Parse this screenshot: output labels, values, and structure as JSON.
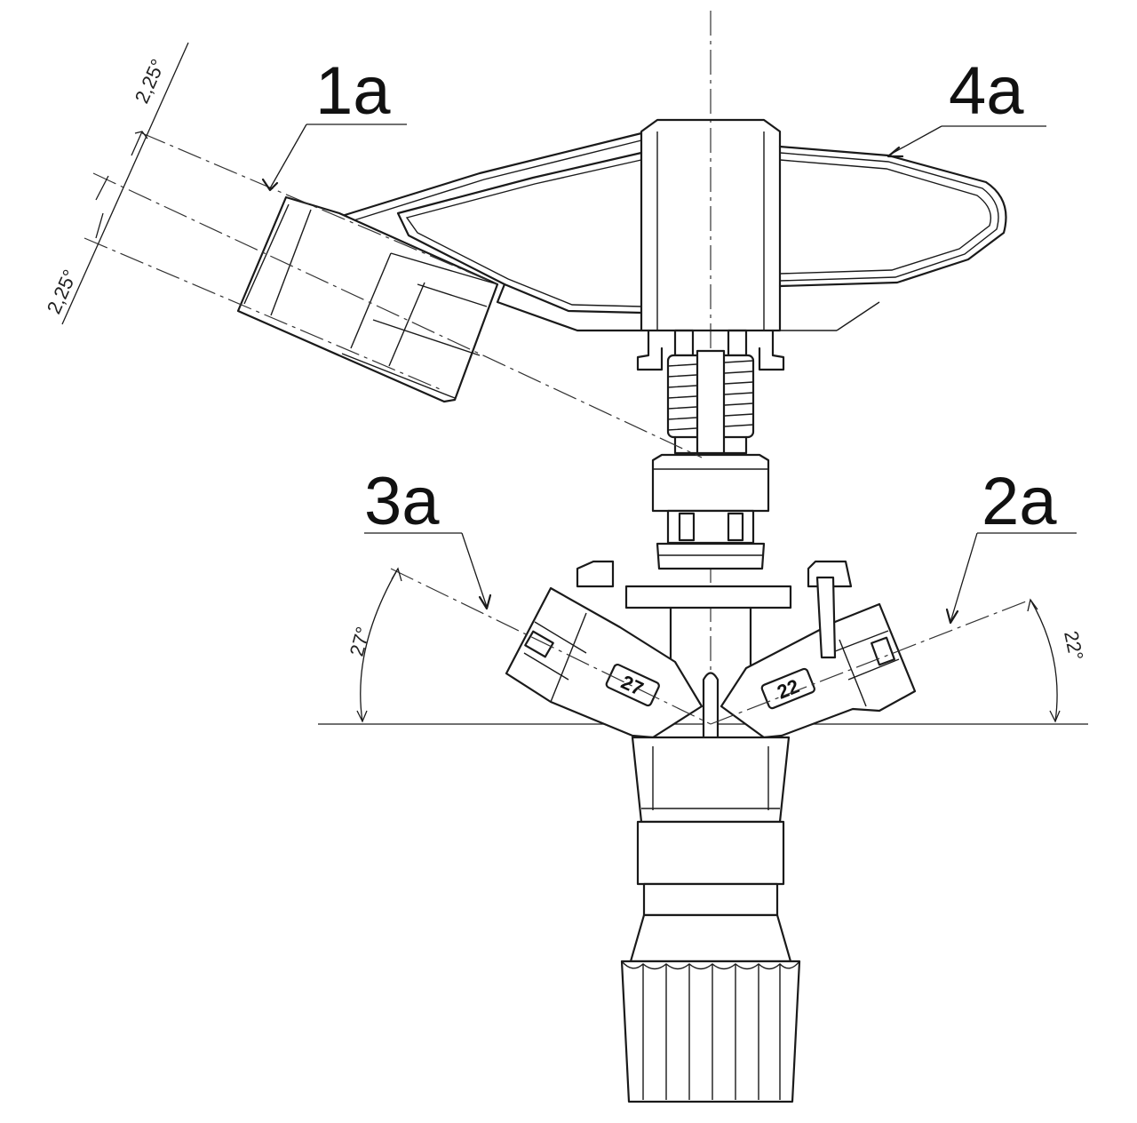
{
  "callouts": {
    "part_1a": "1a",
    "part_2a": "2a",
    "part_3a": "3a",
    "part_4a": "4a"
  },
  "dimensions": {
    "angle_upper": "2,25°",
    "angle_lower": "2,25°",
    "angle_left": "27°",
    "angle_right": "22°"
  },
  "nozzle_labels": {
    "left": "27",
    "right": "22"
  },
  "colors": {
    "ink": "#1a1a1a",
    "paper": "#ffffff"
  }
}
